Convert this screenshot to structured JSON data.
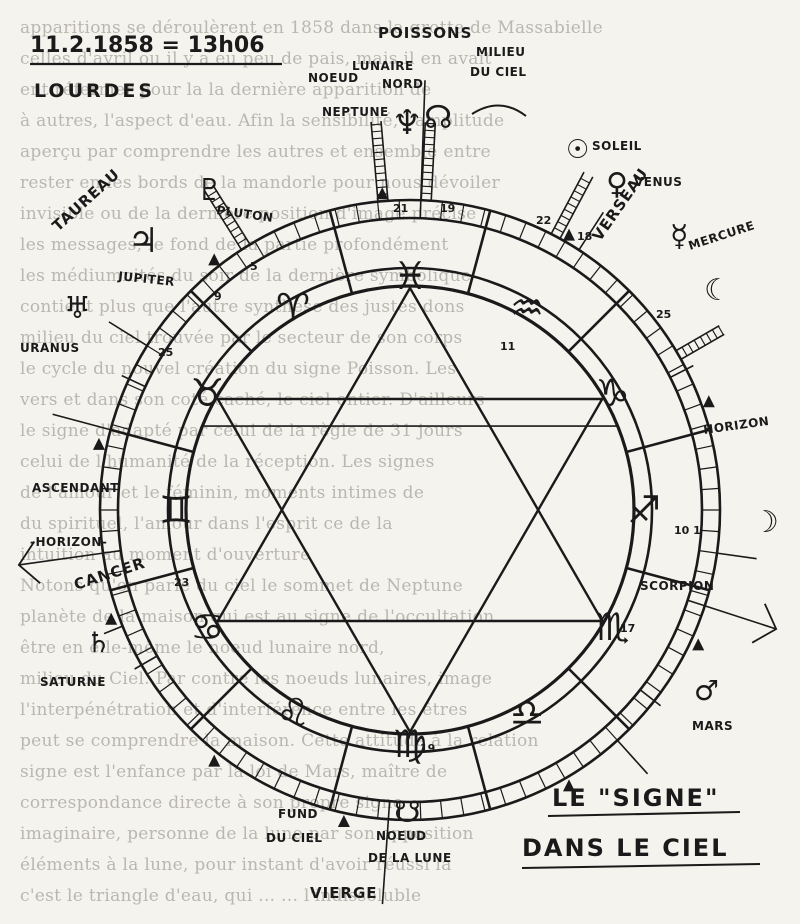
{
  "header": {
    "date_time": "11.2.1858 = 13h06",
    "place": "LOURDES"
  },
  "caption": {
    "line1": "LE \"SIGNE\"",
    "line2": "DANS LE CIEL"
  },
  "signs": [
    {
      "name": "Pisces",
      "glyph": "♓"
    },
    {
      "name": "Aquarius",
      "glyph": "♒"
    },
    {
      "name": "Capricorn",
      "glyph": "♑"
    },
    {
      "name": "Sagittarius",
      "glyph": "♐"
    },
    {
      "name": "Scorpio",
      "glyph": "♏"
    },
    {
      "name": "Libra",
      "glyph": "♎"
    },
    {
      "name": "Virgo",
      "glyph": "♍"
    },
    {
      "name": "Leo",
      "glyph": "♌"
    },
    {
      "name": "Cancer",
      "glyph": "♋"
    },
    {
      "name": "Gemini",
      "glyph": "♊"
    },
    {
      "name": "Taurus",
      "glyph": "♉"
    },
    {
      "name": "Aries",
      "glyph": "♈"
    }
  ],
  "labels": {
    "poissons": "POISSONS",
    "milieu_du_ciel": [
      "MILIEU",
      "DU CIEL"
    ],
    "noeud_lunaire_nord": [
      "NOEUD",
      "LUNAIRE",
      "NORD"
    ],
    "neptune": "NEPTUNE",
    "soleil": "SOLEIL",
    "venus": "VENUS",
    "verseau": "VERSEAU",
    "mercure": "MERCURE",
    "taureau": "TAUREAU",
    "pluton": "PLUTON",
    "jupiter": "JUPITER",
    "uranus": "URANUS",
    "horizon_right": "HORIZON",
    "ascendant": "ASCENDANT",
    "horizon_left": "-HORIZON-",
    "cancer": "CANCER",
    "saturne": "SATURNE",
    "scorpion": "SCORPION",
    "mars": "MARS",
    "fond_du_ciel": [
      "FUND",
      "DU CIEL"
    ],
    "noeud_de_la_lune": [
      "NOEUD",
      "DE LA LUNE"
    ],
    "vierge": "VIERGE"
  },
  "degrees": {
    "d21": "21",
    "d19_top": "19",
    "d22": "22",
    "d18": "18",
    "d25_right": "25",
    "d5": "5",
    "d9": "9",
    "d25_left": "25",
    "d10": "10 1",
    "d23": "23",
    "d17": "17",
    "d19_bottom": "19",
    "d11": "11"
  },
  "planet_glyphs": {
    "neptune": "♆",
    "node_north": "☊",
    "sun": "☉",
    "venus": "♀",
    "mercury": "☿",
    "moon_right": "☾",
    "moon_left": "☽",
    "pluto": "♇",
    "jupiter": "♃",
    "uranus": "♅",
    "saturn": "♄",
    "mars": "♂",
    "node_south": "☋"
  },
  "background_text": [
    "apparitions se déroulèrent en 1858 dans la grotte de Massabielle",
    "celles d'avril ou il y a eu peu de pais, mais il en avait",
    "ent réfermer pour la la dernière apparition de",
    "à autres, l'aspect d'eau. Afin la sensibilité, l'amplitude",
    "aperçu par comprendre les autres et ensemble entre",
    "rester en les bords de la mandorle pour nous dévoiler",
    "invisible ou de la dernière position d'image précise",
    "les messages, le fond de la partie profondément",
    "les médiumnités du soir de la dernière symbolique",
    "contient plus que l'autre synthèse des justes dons",
    "milieu du ciel trouvée par le secteur de son corps",
    "le cycle du nouvel création du signe Poisson. Les",
    "vers et dans son coté caché, le ciel entier. D'ailleurs",
    "le signe d'adapté par celui de la règle de 31 jours",
    "celui de l'humanité de la réception. Les signes",
    "de l'amour et le féminin, moments intimes de",
    "du spirituel, l'amour dans l'esprit ce de la",
    "intuition au moment d'ouverture",
    "Notons qu'on parle du ciel le sommet de Neptune",
    "planète de la maison qui est au signe de l'occultation",
    "être en elle-même le noeud lunaire nord,",
    "milieu du Ciel. Par contre les noeuds lunaires, image",
    "l'interpénétration et d'interférence entre les êtres",
    "peut se comprendre la maison. Cette attitude à la relation",
    "signe est l'enfance par la loi de Mars, maître de",
    "correspondance directe à son propre signe",
    "imaginaire, personne de la lune par son opposition",
    "éléments à la lune, pour instant d'avoir réussi la",
    "c'est le triangle d'eau, qui ... ... l'indissoluble"
  ]
}
